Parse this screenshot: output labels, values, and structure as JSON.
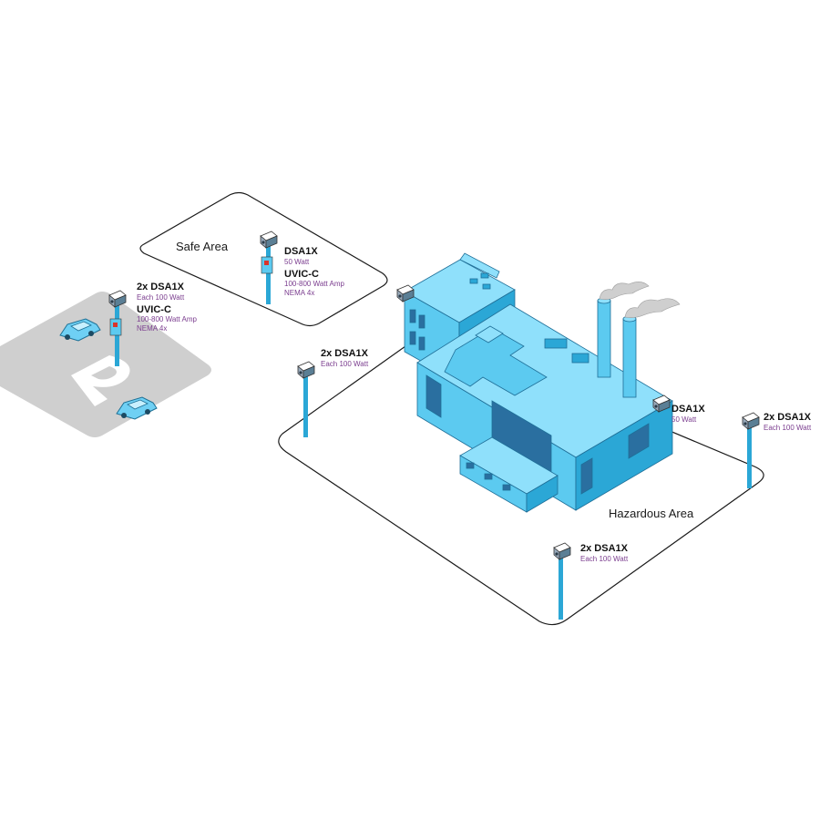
{
  "areas": {
    "safe": "Safe Area",
    "hazardous": "Hazardous Area"
  },
  "labels": {
    "parking": {
      "device": "2x DSA1X",
      "watt": "Each 100 Watt",
      "amp": "UVIC-C",
      "amp_spec": "100-800 Watt Amp",
      "amp_rating": "NEMA 4x"
    },
    "safe": {
      "device": "DSA1X",
      "watt": "50 Watt",
      "amp": "UVIC-C",
      "amp_spec": "100-800 Watt Amp",
      "amp_rating": "NEMA 4x"
    },
    "west": {
      "device": "2x DSA1X",
      "watt": "Each 100 Watt"
    },
    "factory": {
      "device": "DSA1X",
      "watt": "50 Watt"
    },
    "east": {
      "device": "2x DSA1X",
      "watt": "Each 100 Watt"
    },
    "south": {
      "device": "2x DSA1X",
      "watt": "Each 100 Watt"
    }
  },
  "colors": {
    "building_light": "#8fe0fb",
    "building_mid": "#5ccaf0",
    "building_dark": "#2ba7d6",
    "window": "#2a6fa0",
    "line": "#1a1a1a",
    "parking": "#cfcfcf",
    "spec_text": "#7b3d8f",
    "smoke": "#cfcfcf"
  }
}
